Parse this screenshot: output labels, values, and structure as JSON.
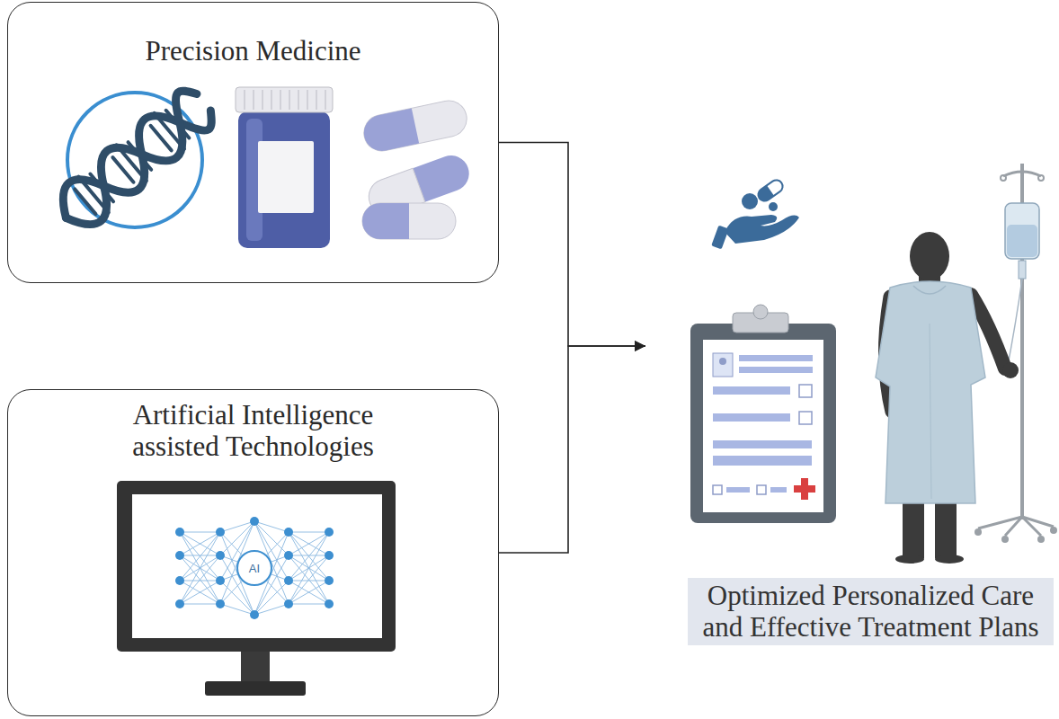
{
  "diagram": {
    "nodes": [
      {
        "text": [
          "Precision Medicine"
        ]
      },
      {
        "text": [
          "Artificial Intelligence assisted Technologies"
        ]
      },
      {
        "text": [
          "Optimized Personalized Care and Effective Treatment Plans"
        ]
      }
    ],
    "edges": [
      {
        "from": 0,
        "to": 2,
        "arrow": "to"
      },
      {
        "from": 1,
        "to": 2,
        "arrow": "to"
      }
    ],
    "labels": [
      "AI"
    ]
  }
}
